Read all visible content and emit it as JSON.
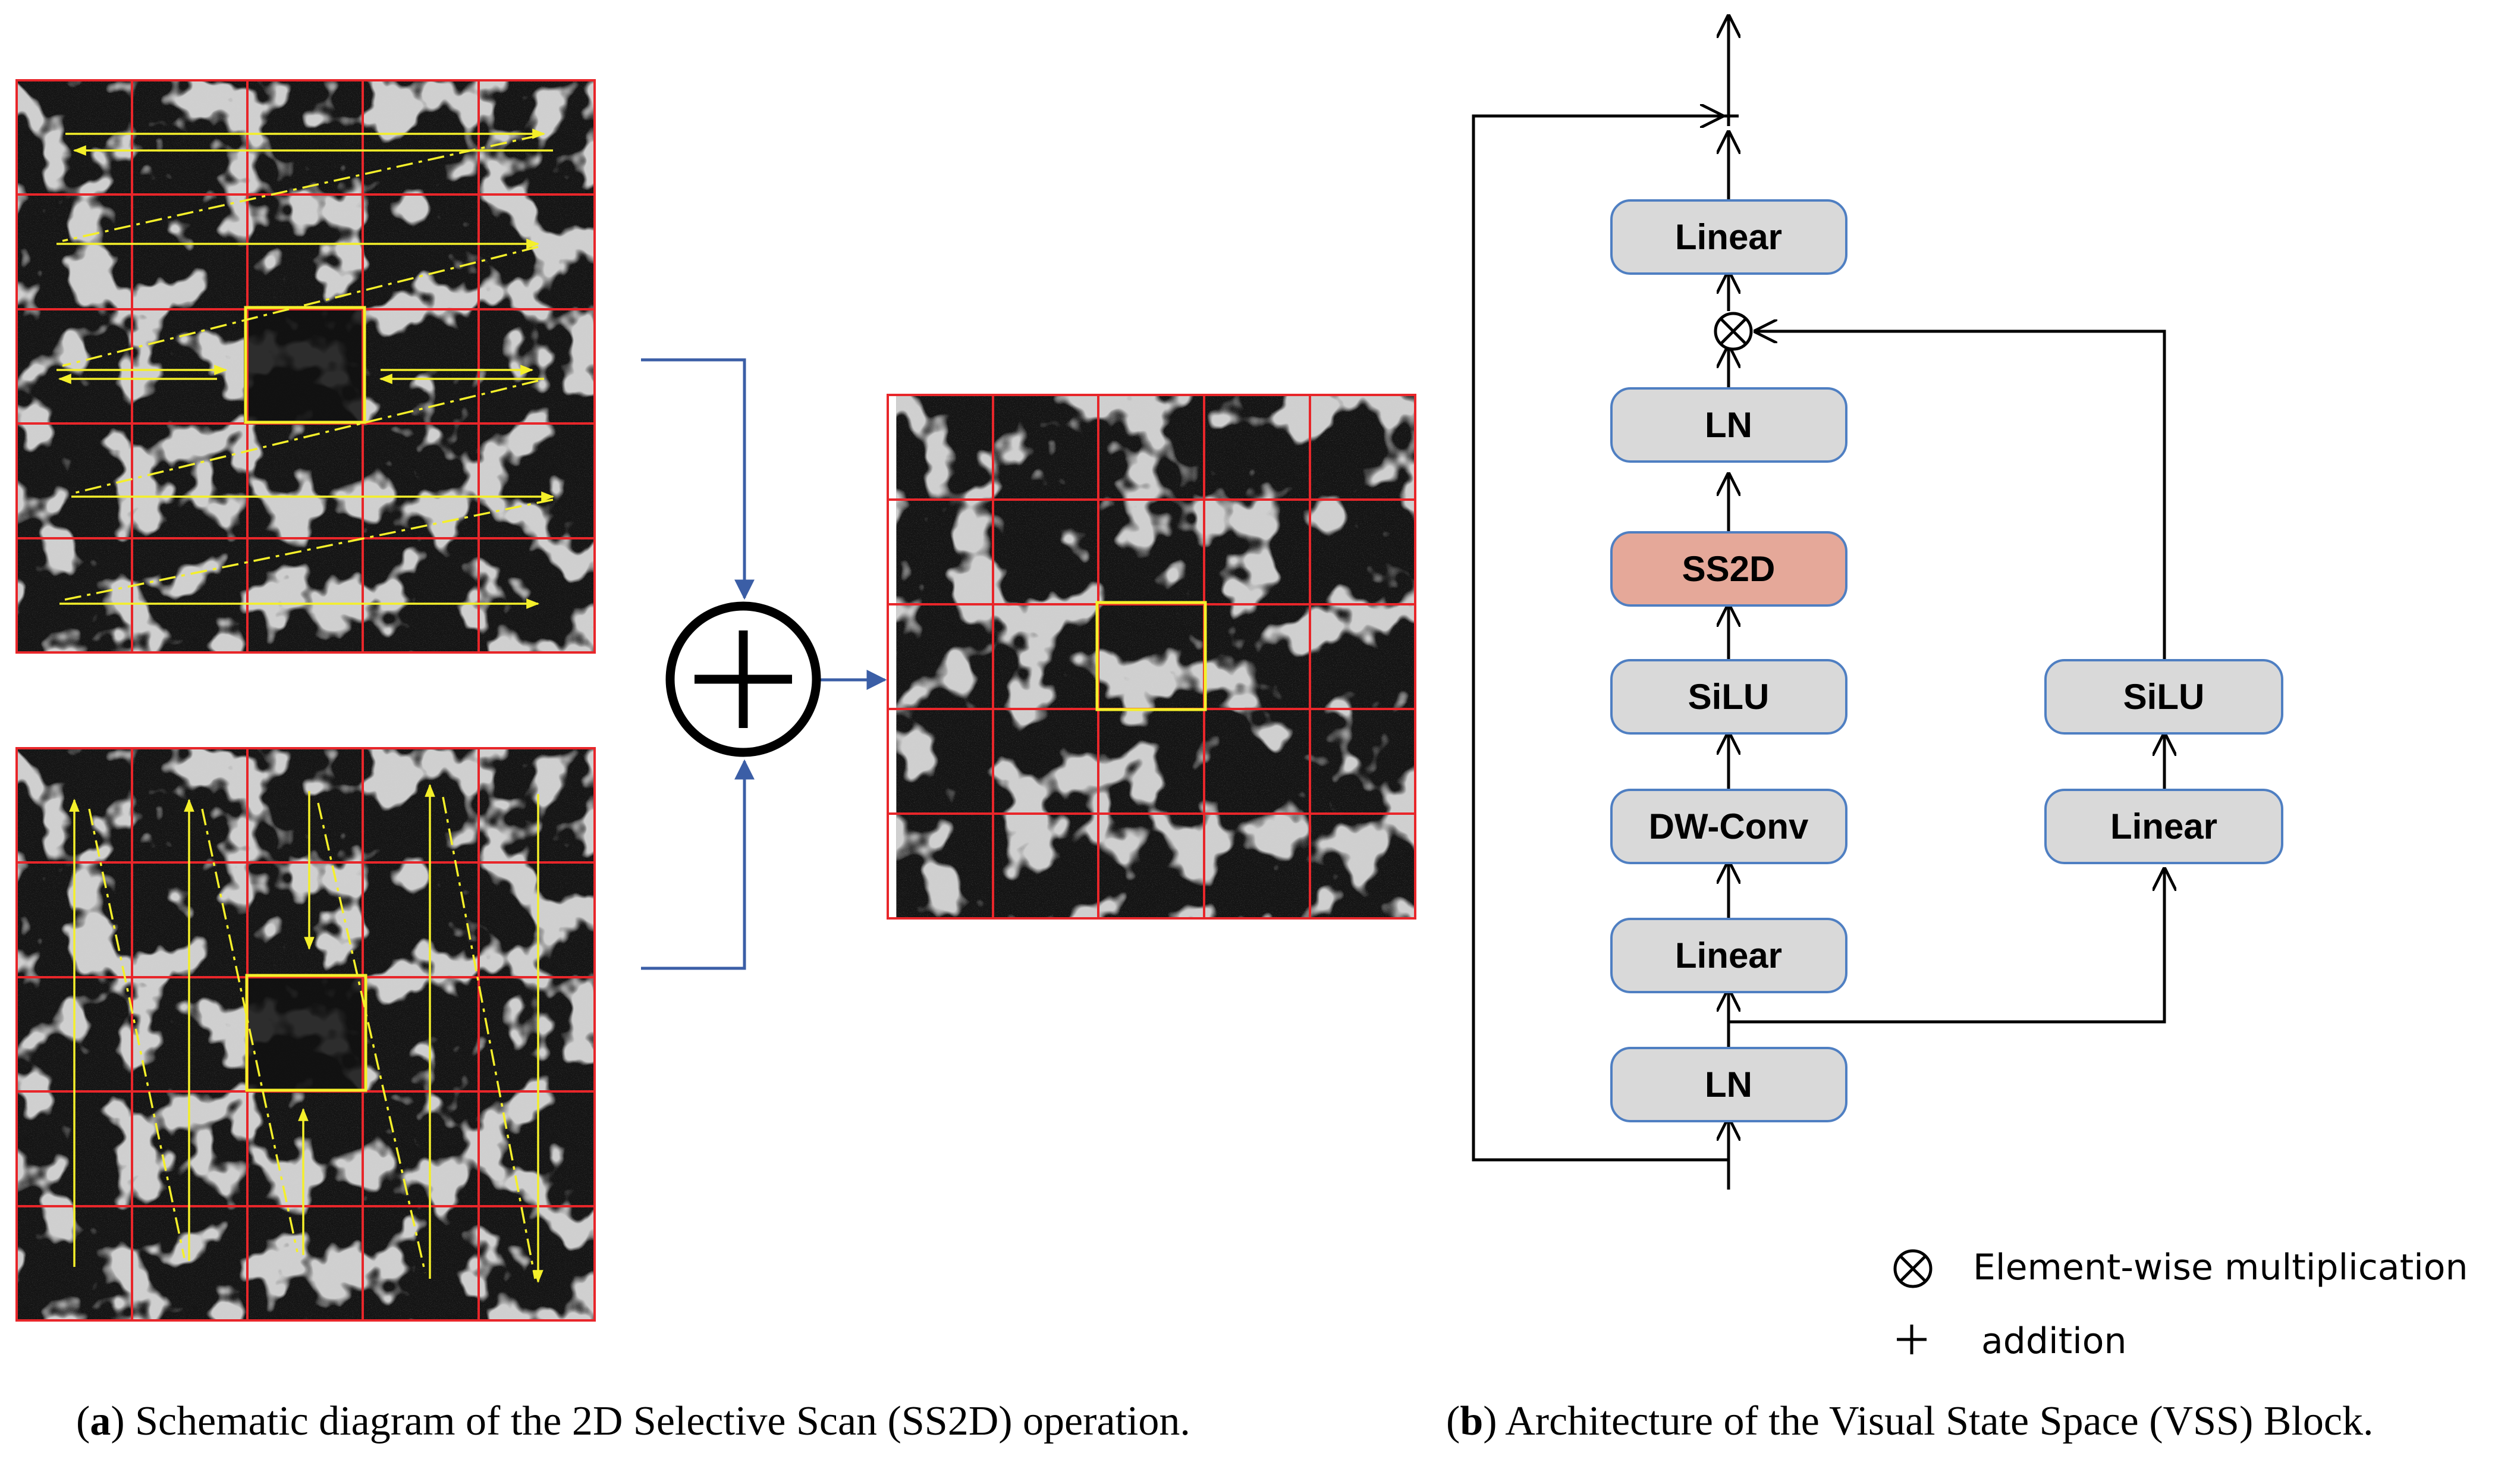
{
  "scan_panel_label": "a",
  "scan_caption": "Schematic diagram of the 2D Selective Scan (SS2D) operation.",
  "vss_panel_label": "b",
  "vss_caption": "Architecture of the Visual State Space (VSS) Block.",
  "blocks": {
    "linear_out": "Linear",
    "ln_mid": "LN",
    "ss2d": "SS2D",
    "silu_main": "SiLU",
    "dwconv": "DW-Conv",
    "linear_in": "Linear",
    "ln_in": "LN",
    "silu_gate": "SiLU",
    "linear_gate": "Linear"
  },
  "legend": {
    "multiply_label": "Element-wise multiplication",
    "add_label": "addition"
  },
  "colors": {
    "grid_line": "#e8262a",
    "scan_path": "#f4ef2a",
    "center_patch": "#f4ef2a",
    "merge_arrow": "#3b5ea6",
    "block_fill": "#d9d9d9",
    "block_stroke": "#4f7fc2",
    "ss2d_fill": "#e5a899"
  }
}
